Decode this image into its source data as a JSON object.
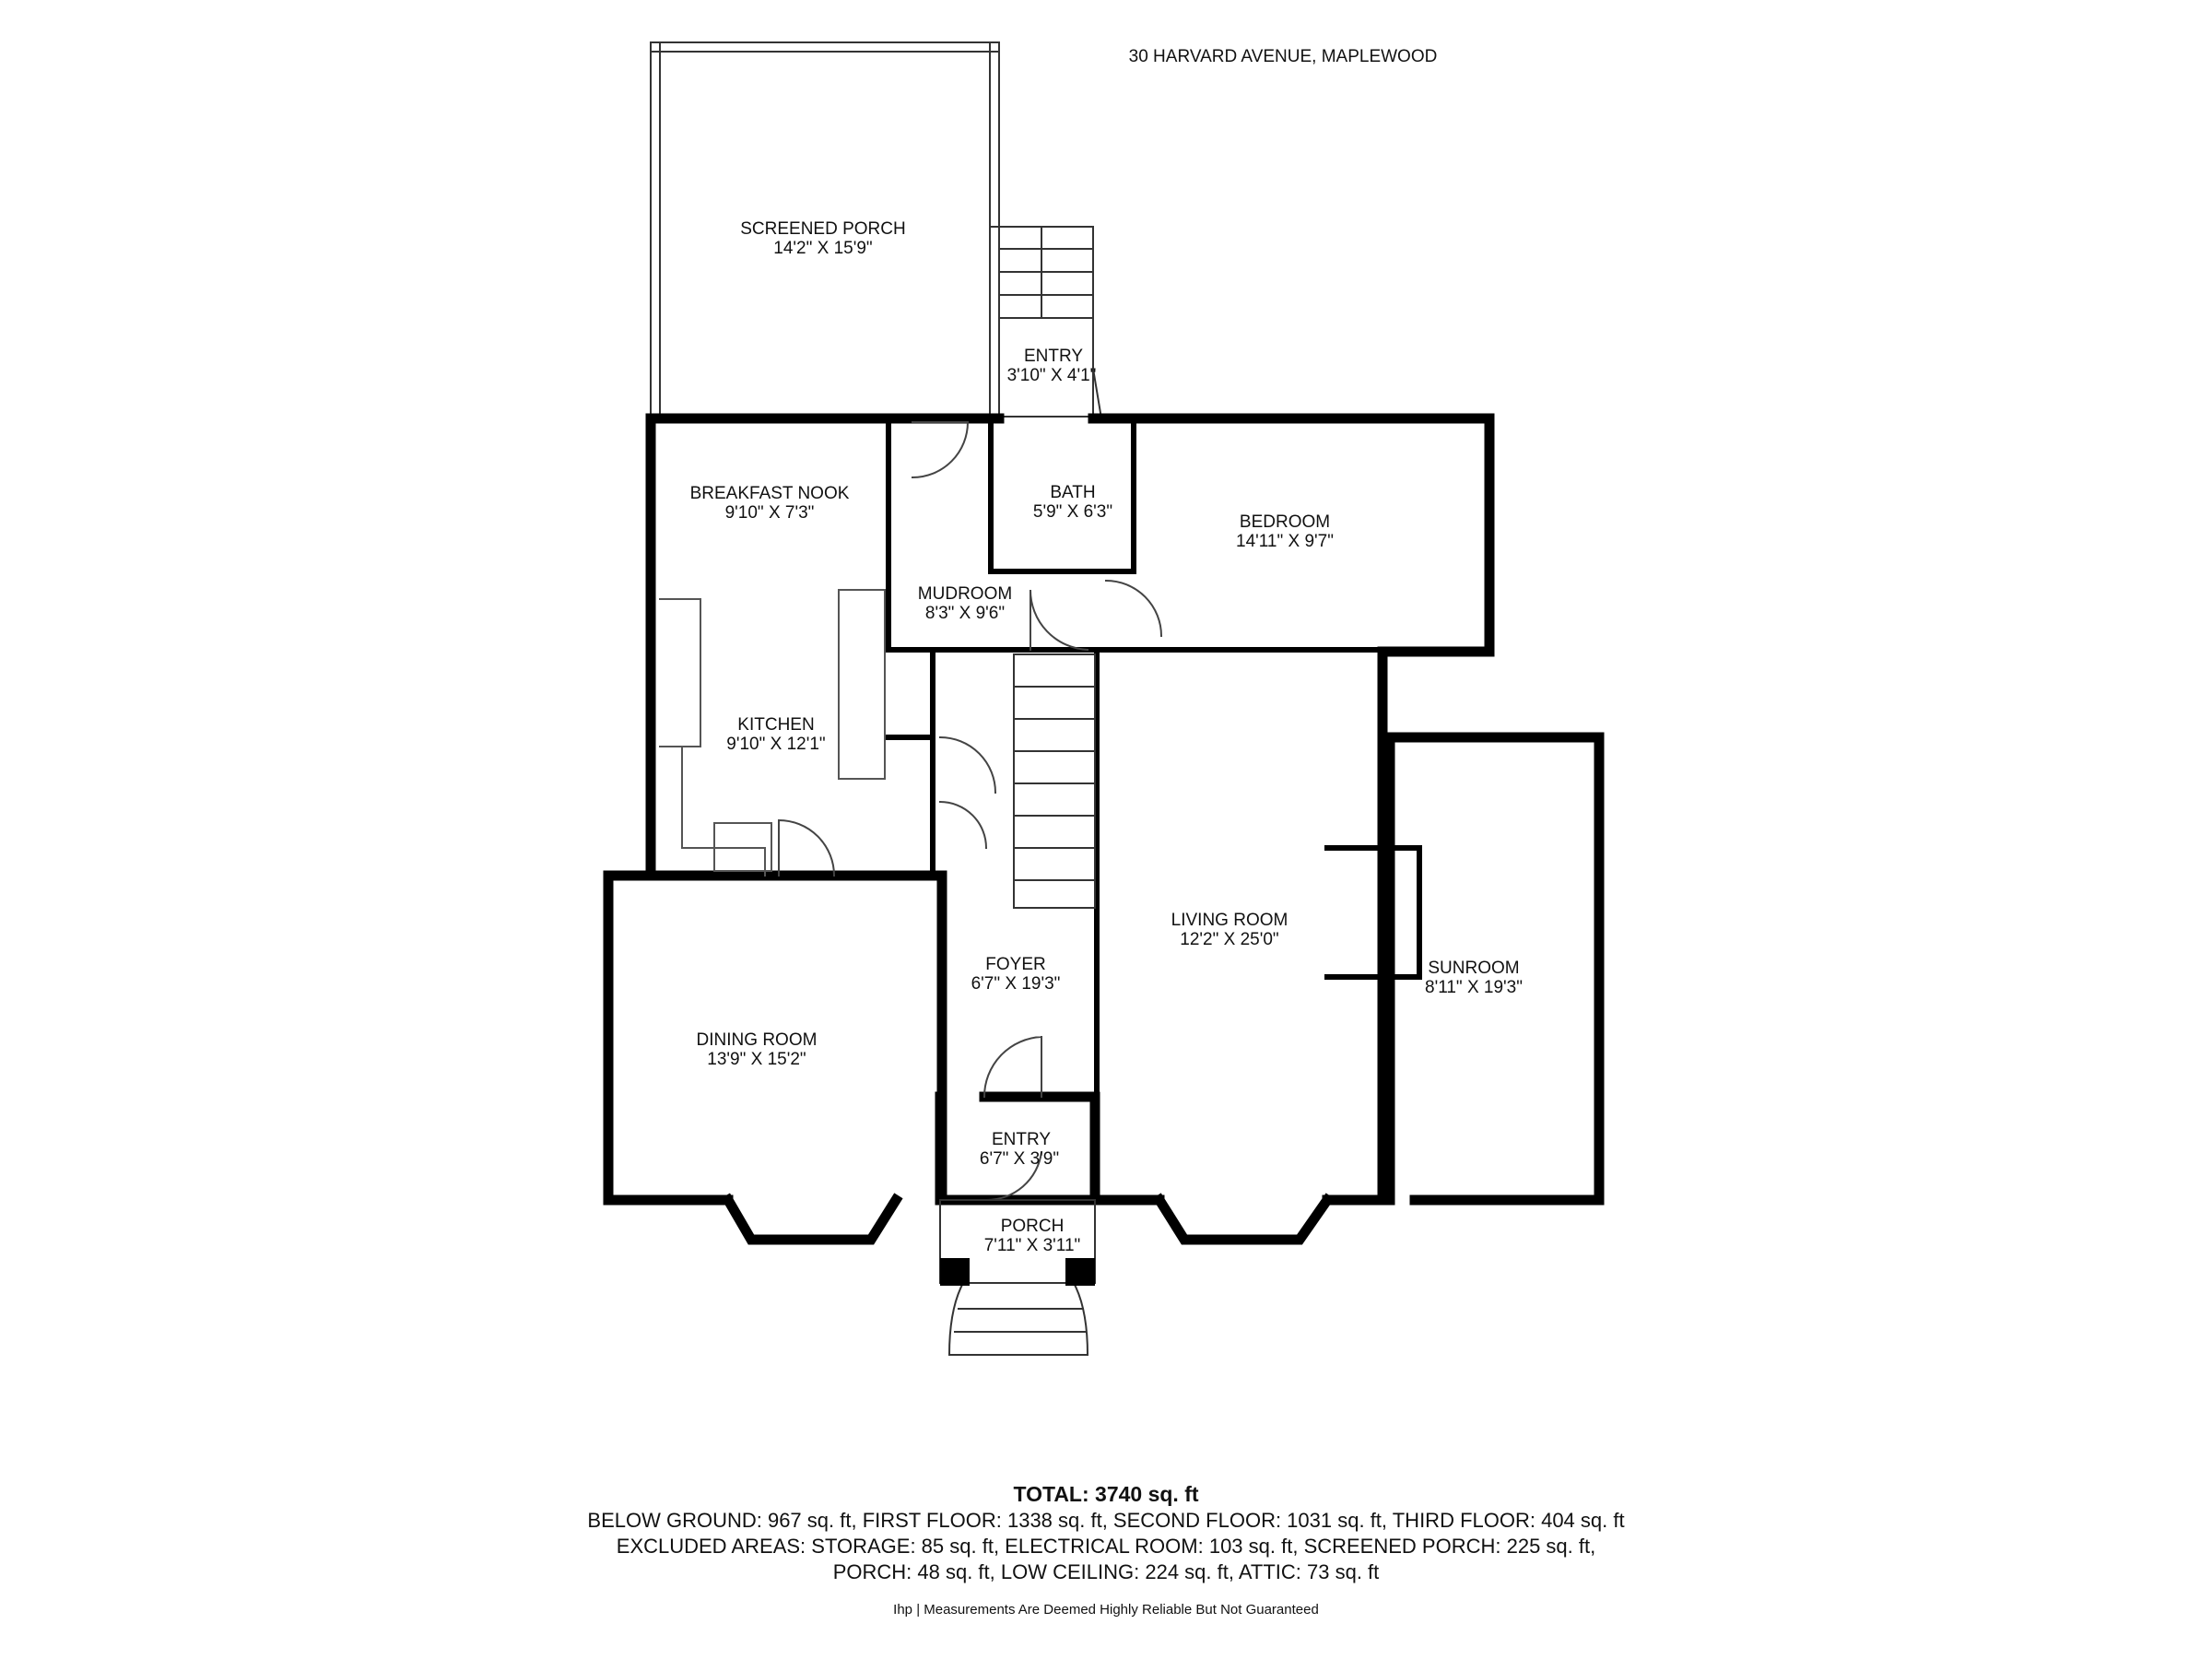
{
  "address": "30 HARVARD AVENUE, MAPLEWOOD",
  "rooms": [
    {
      "id": "screened-porch",
      "name": "SCREENED PORCH",
      "dims": "14'2\" X 15'9\""
    },
    {
      "id": "entry-rear",
      "name": "ENTRY",
      "dims": "3'10\" X 4'1\""
    },
    {
      "id": "breakfast-nook",
      "name": "BREAKFAST NOOK",
      "dims": "9'10\" X 7'3\""
    },
    {
      "id": "bath",
      "name": "BATH",
      "dims": "5'9\" X 6'3\""
    },
    {
      "id": "bedroom",
      "name": "BEDROOM",
      "dims": "14'11\" X 9'7\""
    },
    {
      "id": "mudroom",
      "name": "MUDROOM",
      "dims": "8'3\" X 9'6\""
    },
    {
      "id": "kitchen",
      "name": "KITCHEN",
      "dims": "9'10\" X 12'1\""
    },
    {
      "id": "living-room",
      "name": "LIVING ROOM",
      "dims": "12'2\" X 25'0\""
    },
    {
      "id": "foyer",
      "name": "FOYER",
      "dims": "6'7\" X 19'3\""
    },
    {
      "id": "sunroom",
      "name": "SUNROOM",
      "dims": "8'11\" X 19'3\""
    },
    {
      "id": "dining-room",
      "name": "DINING ROOM",
      "dims": "13'9\" X 15'2\""
    },
    {
      "id": "entry-front",
      "name": "ENTRY",
      "dims": "6'7\" X 3'9\""
    },
    {
      "id": "porch",
      "name": "PORCH",
      "dims": "7'11\" X 3'11\""
    }
  ],
  "summary": {
    "total": "TOTAL: 3740 sq. ft",
    "floors": "BELOW GROUND: 967 sq. ft, FIRST FLOOR: 1338 sq. ft, SECOND FLOOR: 1031 sq. ft, THIRD FLOOR: 404 sq. ft",
    "excluded_1": "EXCLUDED AREAS: STORAGE: 85 sq. ft, ELECTRICAL ROOM: 103 sq. ft, SCREENED PORCH: 225 sq. ft,",
    "excluded_2": "PORCH: 48 sq. ft, LOW CEILING: 224 sq. ft, ATTIC: 73 sq. ft"
  },
  "disclaimer": "Ihp | Measurements Are Deemed Highly Reliable But Not Guaranteed",
  "colors": {
    "wall": "#000000",
    "thin_line": "#555555",
    "background": "#ffffff"
  }
}
